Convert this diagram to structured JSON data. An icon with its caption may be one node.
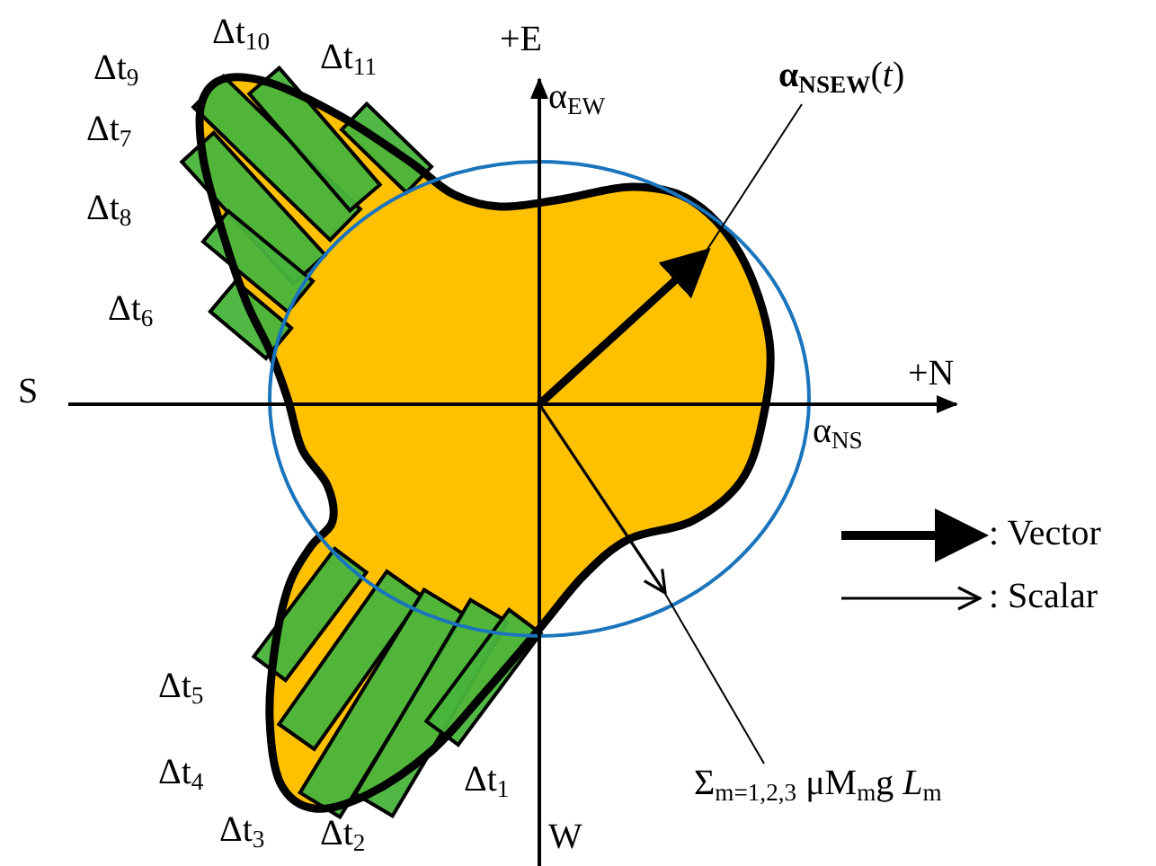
{
  "diagram": {
    "nodes": [
      {
        "text": [
          "**α**$_{NSEW}$(*t*)"
        ]
      },
      {
        "text": [],
        "shape": "arrow"
      },
      {
        "text": [
          "Σ$_{m=1,2,3}$ μM$_{m}$g *L*$_{m}$"
        ]
      },
      {
        "text": [],
        "shape": "arrow"
      }
    ],
    "edges": [
      {
        "from": 0,
        "to": 1,
        "arrow": "none"
      },
      {
        "from": 2,
        "to": 3,
        "arrow": "none"
      }
    ],
    "labels": [
      "Δt$_{9}$",
      "Δt$_{10}$",
      "Δt$_{11}$",
      "+E",
      "Δt$_{7}$",
      "α$_{EW}$",
      "Δt$_{8}$",
      "Δt$_{6}$",
      "S",
      "+N",
      "α$_{NS}$",
      "Δt$_{5}$",
      "Δt$_{4}$",
      "Δt$_{1}$",
      "Δt$_{3}$",
      "Δt$_{2}$",
      "W"
    ],
    "legend": [
      {
        "text": ": Vector"
      },
      {
        "text": ": Scalar"
      }
    ]
  }
}
